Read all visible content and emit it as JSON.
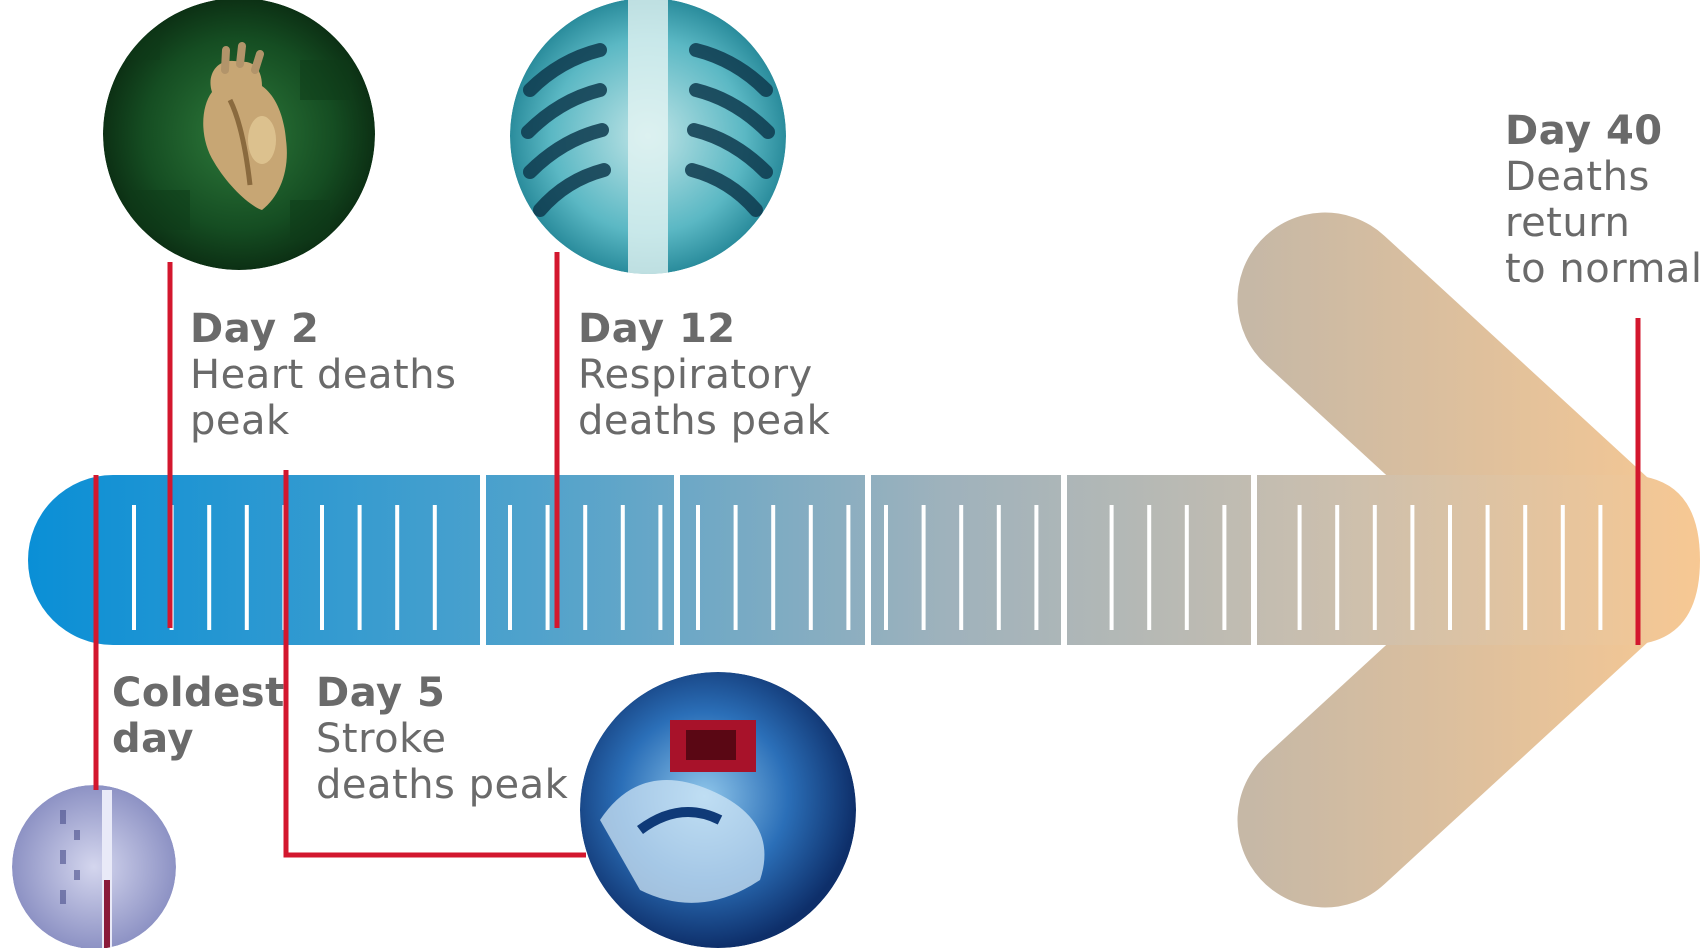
{
  "timeline": {
    "total_days": 40,
    "colors": {
      "bar_start": "#0a8fd6",
      "bar_mid": "#8aaec0",
      "bar_end": "#f6c895",
      "marker": "#d3172e",
      "text": "#6a6a6a",
      "tick": "#ffffff"
    }
  },
  "events": [
    {
      "id": "coldest",
      "day_value": 0,
      "title": "Coldest",
      "description": "day",
      "image_icon": "thermometer-icon"
    },
    {
      "id": "heart",
      "day_value": 2,
      "title": "Day 2",
      "description_lines": [
        "Heart deaths",
        "peak"
      ],
      "image_icon": "heart-icon"
    },
    {
      "id": "stroke",
      "day_value": 5,
      "title": "Day 5",
      "description_lines": [
        "Stroke",
        "deaths peak"
      ],
      "image_icon": "brain-scan-icon"
    },
    {
      "id": "respiratory",
      "day_value": 12,
      "title": "Day 12",
      "description_lines": [
        "Respiratory",
        "deaths peak"
      ],
      "image_icon": "lungs-xray-icon"
    },
    {
      "id": "normal",
      "day_value": 40,
      "title": "Day 40",
      "description_lines": [
        "Deaths",
        "return",
        "to normal"
      ],
      "image_icon": null
    }
  ]
}
